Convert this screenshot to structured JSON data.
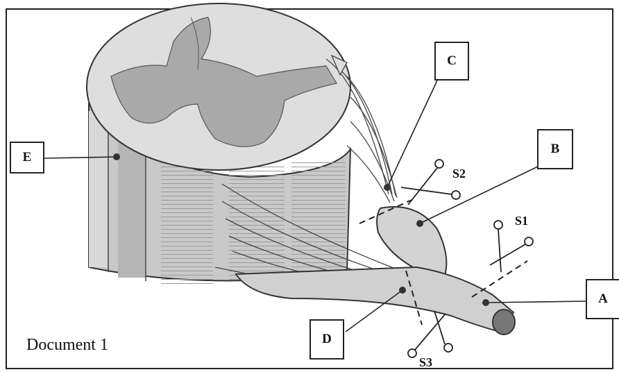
{
  "labels": {
    "A": "A",
    "B": "B",
    "C": "C",
    "D": "D",
    "E": "E"
  },
  "scissors": {
    "s1": "S1",
    "s2": "S2",
    "s3": "S3"
  },
  "caption": "Document 1"
}
